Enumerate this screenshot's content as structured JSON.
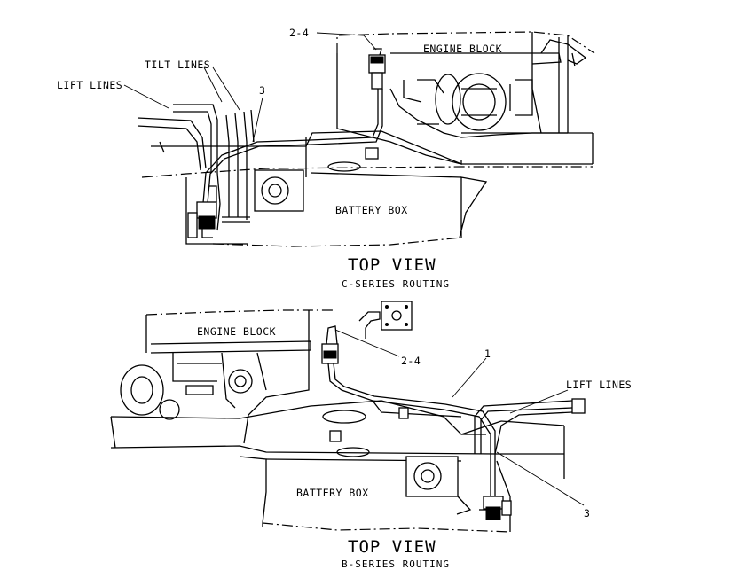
{
  "top_view": {
    "engine_block_label": "ENGINE BLOCK",
    "battery_box_label": "BATTERY BOX",
    "callout_2_4": "2-4",
    "callout_3": "3",
    "tilt_lines_label": "TILT LINES",
    "lift_lines_label": "LIFT LINES",
    "title": "TOP VIEW",
    "subtitle": "C-SERIES ROUTING"
  },
  "bottom_view": {
    "engine_block_label": "ENGINE BLOCK",
    "battery_box_label": "BATTERY BOX",
    "callout_2_4": "2-4",
    "callout_1": "1",
    "callout_3": "3",
    "lift_lines_label": "LIFT LINES",
    "title": "TOP VIEW",
    "subtitle": "B-SERIES ROUTING"
  }
}
